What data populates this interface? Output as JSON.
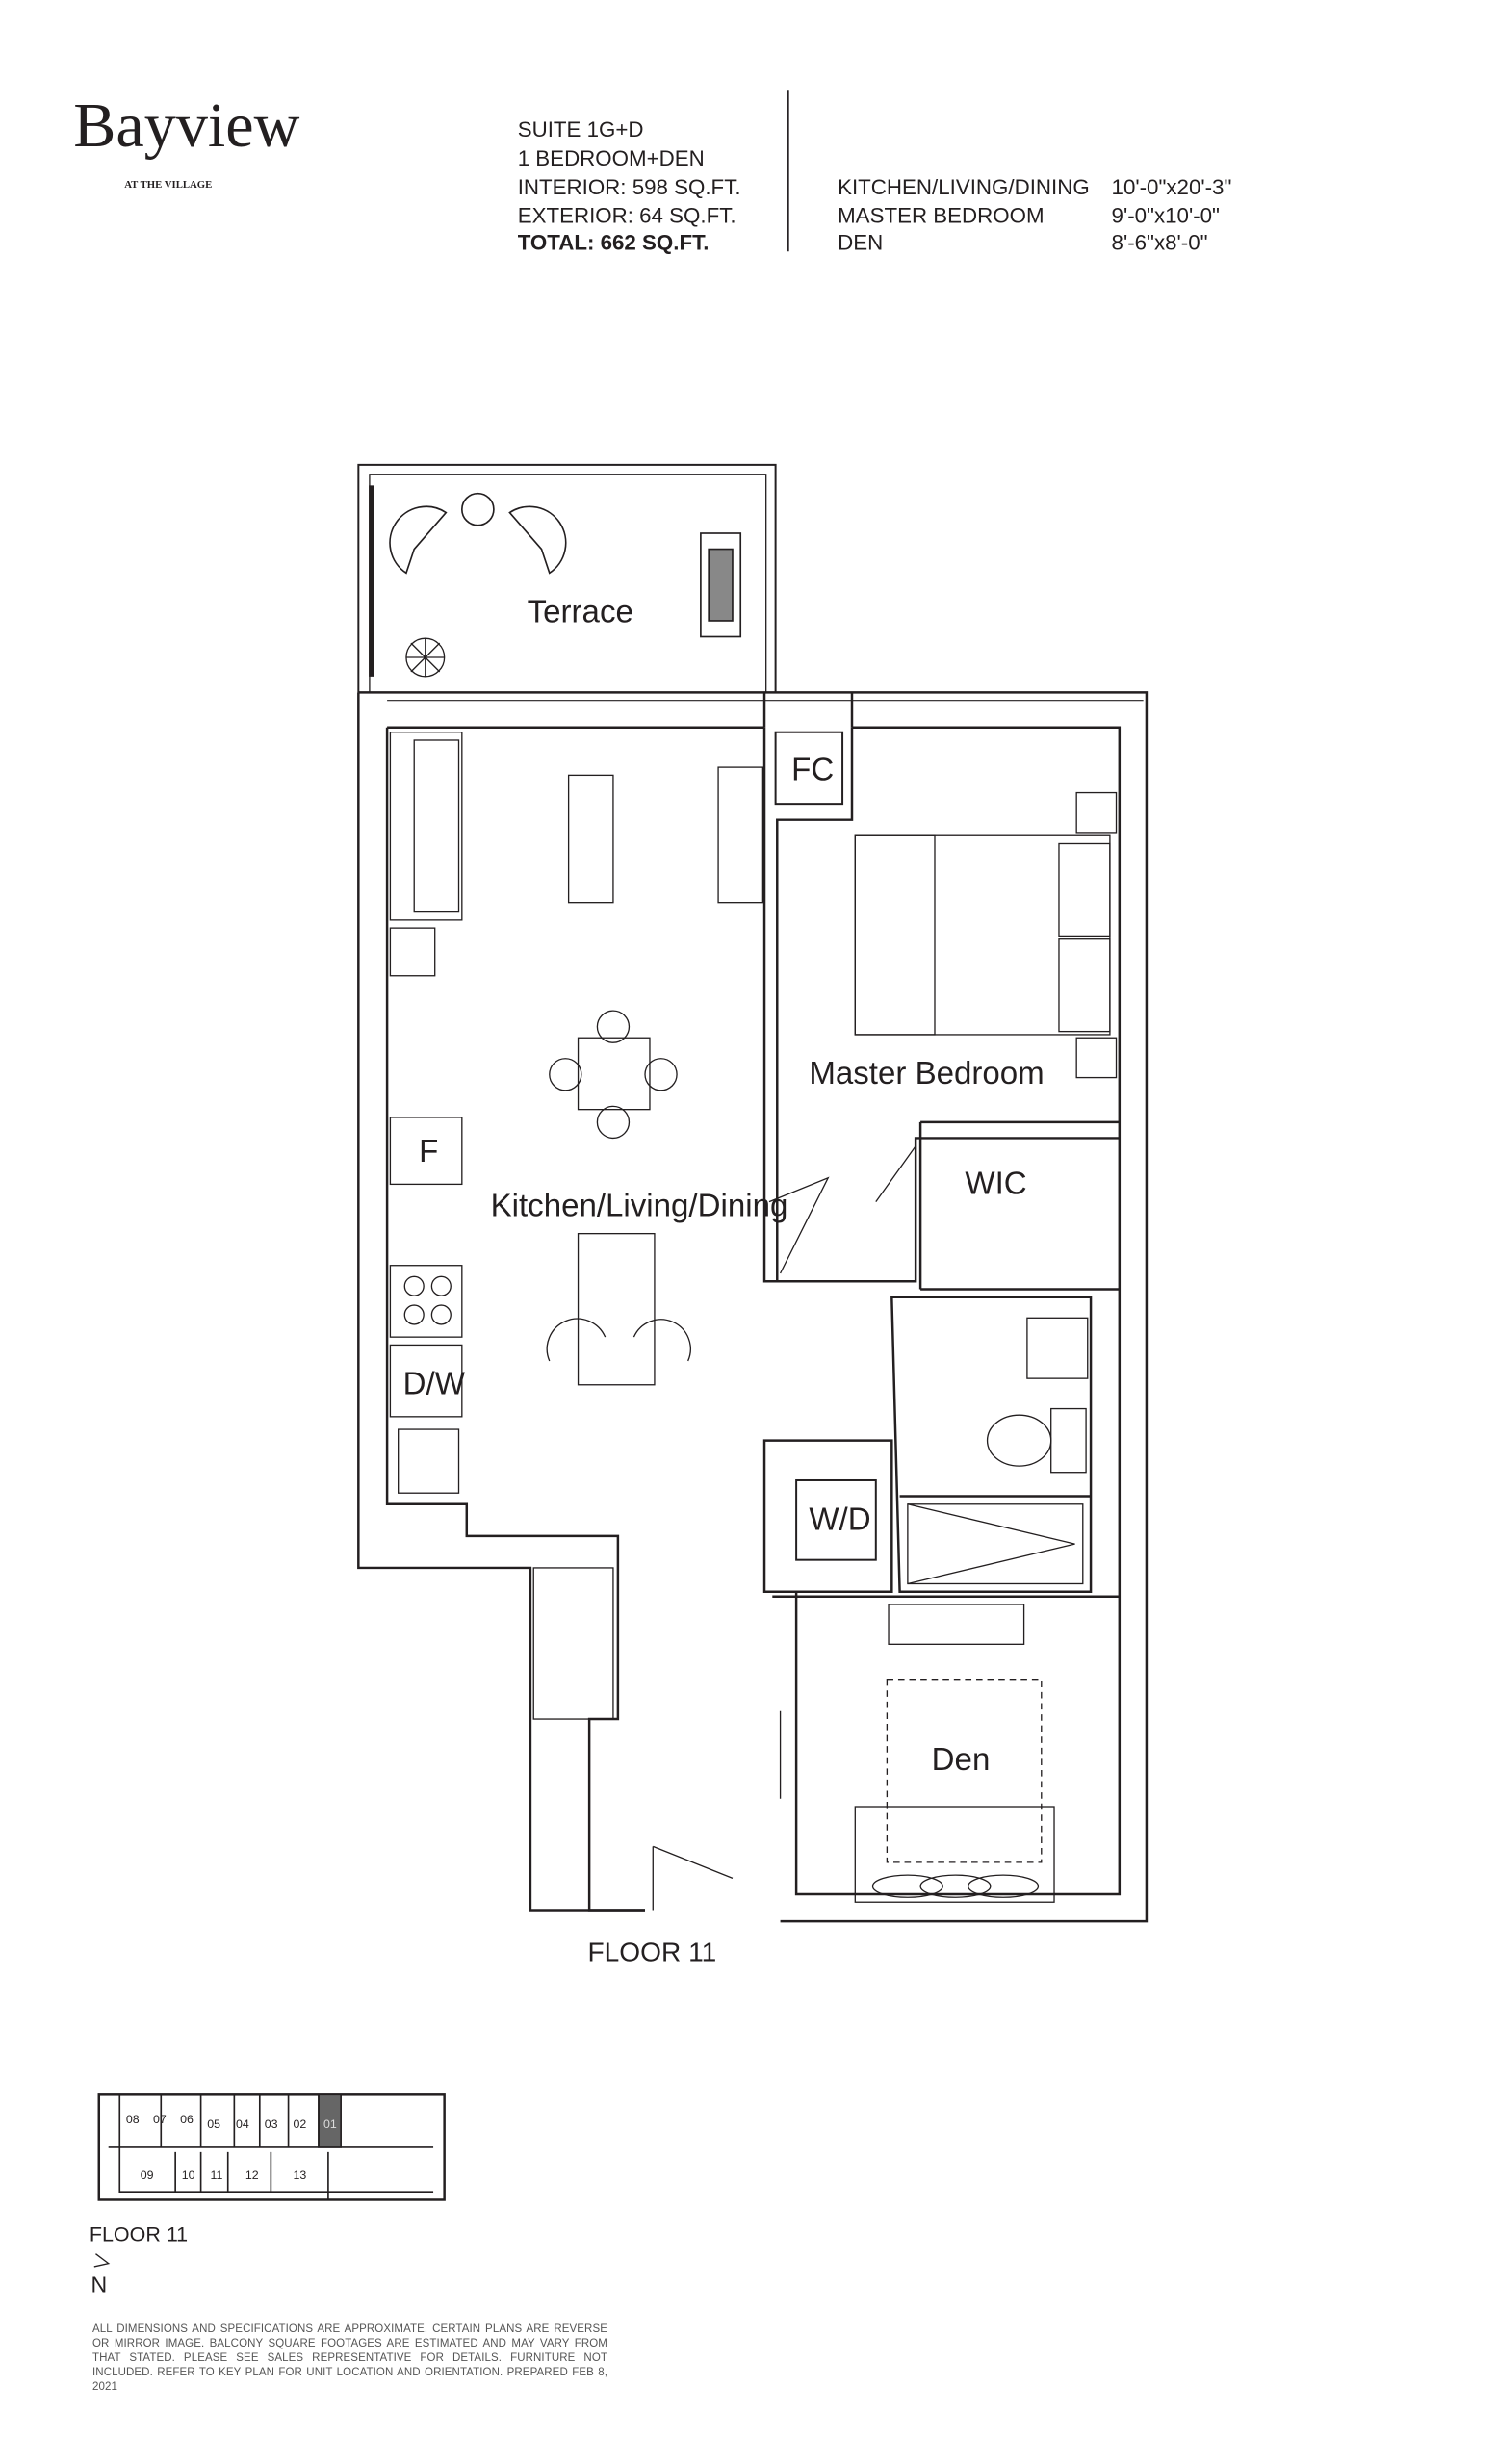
{
  "brand": {
    "name": "Bayview",
    "tagline": "AT THE VILLAGE"
  },
  "suite": {
    "name": "SUITE 1G+D",
    "type": "1 BEDROOM+DEN",
    "interior": "INTERIOR: 598 SQ.FT.",
    "exterior": "EXTERIOR: 64 SQ.FT.",
    "total": "TOTAL: 662 SQ.FT."
  },
  "rooms": [
    {
      "name": "KITCHEN/LIVING/DINING",
      "size": "10'-0\"x20'-3\""
    },
    {
      "name": "MASTER BEDROOM",
      "size": "9'-0\"x10'-0\""
    },
    {
      "name": "DEN",
      "size": "8'-6\"x8'-0\""
    }
  ],
  "plan_labels": {
    "terrace": "Terrace",
    "fc": "FC",
    "master_bedroom": "Master Bedroom",
    "wic": "WIC",
    "fridge": "F",
    "kitchen_living_dining": "Kitchen/Living/Dining",
    "dishwasher": "D/W",
    "washer_dryer": "W/D",
    "den": "Den",
    "floor": "FLOOR 11"
  },
  "key_plan": {
    "top_units": [
      "08",
      "07",
      "06",
      "05",
      "04",
      "03",
      "02",
      "01"
    ],
    "bottom_units": [
      "09",
      "10",
      "11",
      "12",
      "13"
    ],
    "highlighted_unit": "01",
    "highlight_color": "#666666",
    "floor": "FLOOR 11",
    "north": "N"
  },
  "disclaimer": "ALL DIMENSIONS AND SPECIFICATIONS ARE APPROXIMATE. CERTAIN PLANS ARE REVERSE OR MIRROR IMAGE. BALCONY SQUARE FOOTAGES ARE ESTIMATED AND MAY VARY FROM THAT STATED. PLEASE SEE SALES REPRESENTATIVE FOR DETAILS. FURNITURE NOT INCLUDED. REFER TO KEY PLAN FOR UNIT LOCATION AND ORIENTATION. PREPARED FEB 8, 2021"
}
